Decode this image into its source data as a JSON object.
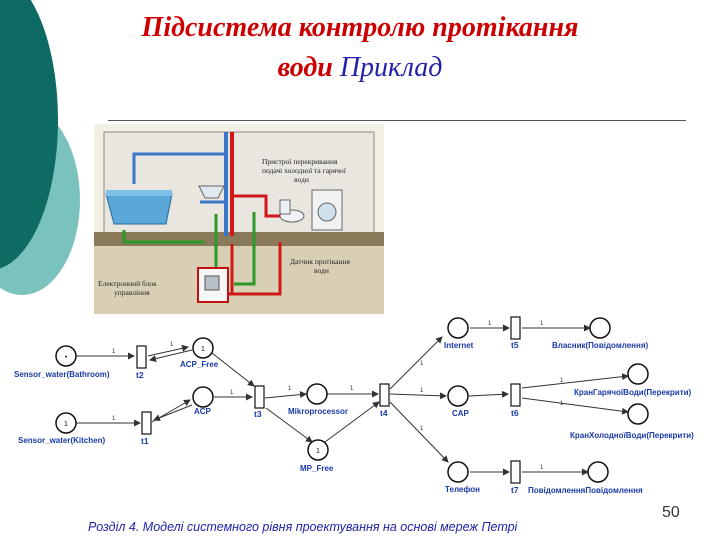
{
  "slide": {
    "title_line1": "Підсистема контролю протікання",
    "title_line2_bold": "води",
    "title_line2_plain": "Приклад",
    "footer_section": "Розділ 4.",
    "footer_text": "Моделі системного рівня проектування на основі мереж Петрі",
    "page_number": "50"
  },
  "illustration": {
    "label_devices": "Пристрої перекривання подачі холодної та гарячої води",
    "label_sensors": "Датчик протікання води",
    "label_control": "Електронний блок управління"
  },
  "petri": {
    "places": [
      {
        "id": "p_bath",
        "label": "Sensor_water(Bathroom)",
        "token": "1"
      },
      {
        "id": "p_kitchen",
        "label": "Sensor_water(Kitchen)",
        "token": "1"
      },
      {
        "id": "p_acp_free",
        "label": "ACP_Free",
        "token": "1"
      },
      {
        "id": "p_acp",
        "label": "ACP",
        "token": ""
      },
      {
        "id": "p_micro",
        "label": "Mikroprocessor",
        "token": ""
      },
      {
        "id": "p_mp_free",
        "label": "MP_Free",
        "token": "1"
      },
      {
        "id": "p_internet",
        "label": "Internet",
        "token": ""
      },
      {
        "id": "p_cap",
        "label": "CAP",
        "token": ""
      },
      {
        "id": "p_phone",
        "label": "Телефон",
        "token": ""
      },
      {
        "id": "p_owner",
        "label": "Власник(Повідомлення)",
        "token": ""
      },
      {
        "id": "p_hot",
        "label": "КранГарячоїВоди(Перекрити)",
        "token": ""
      },
      {
        "id": "p_cold",
        "label": "КранХолодноїВоди(Перекрити)",
        "token": ""
      },
      {
        "id": "p_notify",
        "label": "ПовідомленняПовідомлення",
        "token": ""
      }
    ],
    "transitions": [
      "t2",
      "t1",
      "t3",
      "t4",
      "t5",
      "t6",
      "t7"
    ],
    "arc_weight": "1"
  },
  "colors": {
    "title_red": "#cc0000",
    "title_blue": "#2222aa",
    "label_blue": "#1a3aa8",
    "deco_dark": "#0d6b63",
    "deco_light": "#79c2bd"
  }
}
